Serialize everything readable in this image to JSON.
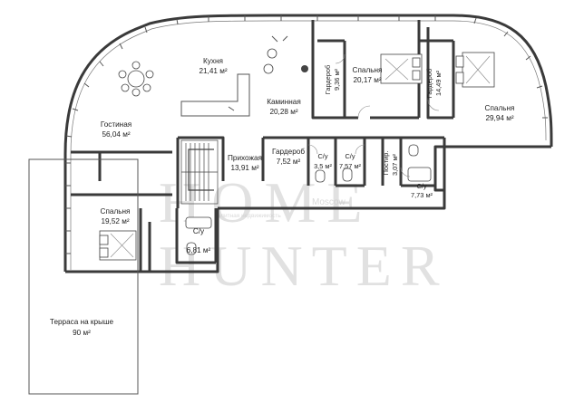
{
  "rooms": [
    {
      "id": "kitchen",
      "name": "Кухня",
      "area": "21,41 м²"
    },
    {
      "id": "fireplace",
      "name": "Каминная",
      "area": "20,28 м²"
    },
    {
      "id": "living",
      "name": "Гостиная",
      "area": "56,04 м²"
    },
    {
      "id": "hall",
      "name": "Прихожая",
      "area": "13,91 м²"
    },
    {
      "id": "wardrobe-hall",
      "name": "Гардероб",
      "area": "7,52 м²"
    },
    {
      "id": "wc1",
      "name": "С/у",
      "area": "3,5 м²"
    },
    {
      "id": "wc2",
      "name": "С/у",
      "area": "7,57 м²"
    },
    {
      "id": "laundry",
      "name": "Постир.",
      "area": "3,07 м²"
    },
    {
      "id": "wc3",
      "name": "С/у",
      "area": "7,73 м²"
    },
    {
      "id": "bedroom-top",
      "name": "Спальня",
      "area": "20,17 м²"
    },
    {
      "id": "wardrobe-a",
      "name": "Гардероб",
      "area": "9,36 м²"
    },
    {
      "id": "wardrobe-b",
      "name": "Гардероб",
      "area": "14,49 м²"
    },
    {
      "id": "bedroom-right",
      "name": "Спальня",
      "area": "29,94 м²"
    },
    {
      "id": "bedroom-left",
      "name": "Спальня",
      "area": "19,52 м²"
    },
    {
      "id": "wc4",
      "name": "С/у",
      "area": "6,81 м²"
    },
    {
      "id": "terrace",
      "name": "Терраса на крыше",
      "area": "90 м²"
    }
  ],
  "watermark": {
    "line1": "HOME",
    "line2": "HUNTER",
    "brand": "Moscow",
    "tagline": "элитная недвижимость"
  }
}
